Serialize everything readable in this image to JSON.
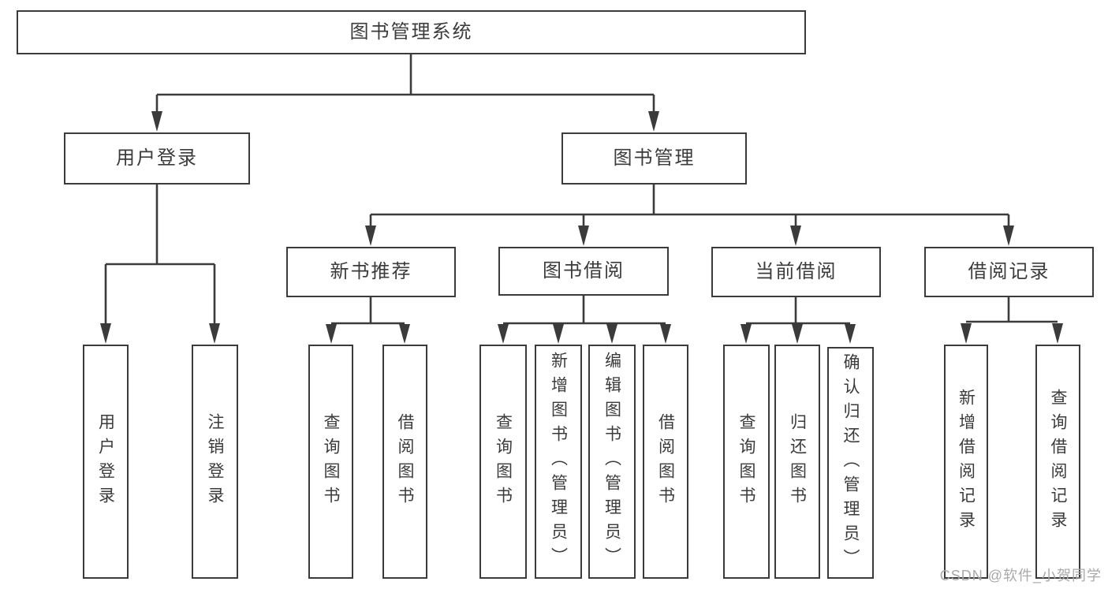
{
  "colors": {
    "line": "#3b3b3b",
    "text": "#3b3b3b",
    "node_bg": "#ffffff",
    "page_bg": "#ffffff",
    "watermark": "#a9a9a9"
  },
  "watermark": "CSDN @软件_小贺同学",
  "nodes": {
    "root": {
      "label": "图书管理系统"
    },
    "level2": [
      {
        "id": "user-login",
        "label": "用户登录"
      },
      {
        "id": "book-management",
        "label": "图书管理"
      }
    ],
    "level3": [
      {
        "id": "new-book-recommend",
        "label": "新书推荐"
      },
      {
        "id": "book-borrowing",
        "label": "图书借阅"
      },
      {
        "id": "current-borrowing",
        "label": "当前借阅"
      },
      {
        "id": "borrowing-records",
        "label": "借阅记录"
      }
    ],
    "leaves": [
      {
        "id": "user-login-leaf",
        "label": "用户登录"
      },
      {
        "id": "logout-leaf",
        "label": "注销登录"
      },
      {
        "id": "query-books-recommend",
        "label": "查询图书"
      },
      {
        "id": "borrow-books-recommend",
        "label": "借阅图书"
      },
      {
        "id": "query-books-borrowing",
        "label": "查询图书"
      },
      {
        "id": "add-books-admin",
        "label": "新增图书（管理员）"
      },
      {
        "id": "edit-books-admin",
        "label": "编辑图书（管理员）"
      },
      {
        "id": "borrow-books",
        "label": "借阅图书"
      },
      {
        "id": "query-books-current",
        "label": "查询图书"
      },
      {
        "id": "return-books",
        "label": "归还图书"
      },
      {
        "id": "confirm-return-admin",
        "label": "确认归还（管理员）"
      },
      {
        "id": "add-borrow-record",
        "label": "新增借阅记录"
      },
      {
        "id": "query-borrow-record",
        "label": "查询借阅记录"
      }
    ]
  }
}
